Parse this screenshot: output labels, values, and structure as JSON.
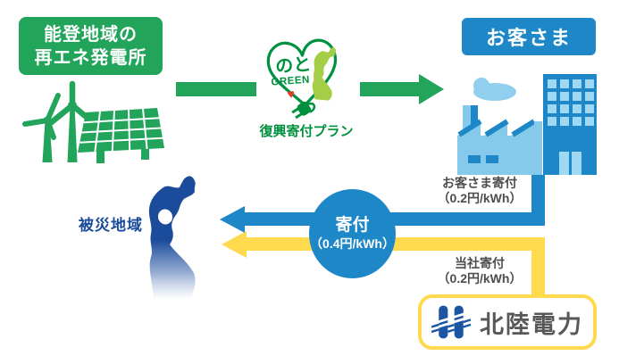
{
  "diagram": {
    "source_box": {
      "line1": "能登地域の",
      "line2": "再エネ発電所"
    },
    "customer_box": {
      "label": "お客さま"
    },
    "noto_logo": {
      "name_jp": "のと",
      "name_en": "GREEN",
      "heart": "♥",
      "plan": "復興寄付プラン"
    },
    "donation_total": {
      "label": "寄付",
      "rate": "（0.4円/kWh）"
    },
    "customer_donation": {
      "label": "お客さま寄付",
      "rate": "（0.2円/kWh）"
    },
    "company_donation": {
      "label": "当社寄付",
      "rate": "（0.2円/kWh）"
    },
    "disaster_area": {
      "label": "被災地域"
    },
    "company": {
      "name": "北陸電力"
    }
  },
  "icons": [
    "wind-turbine-icon",
    "solar-panel-icon",
    "noto-green-heart-logo",
    "plug-icon",
    "factory-icon",
    "office-building-icon",
    "cloud-icon",
    "ishikawa-map-icon",
    "hokuriku-logo-mark"
  ],
  "colors": {
    "green": "#22A45B",
    "logo_green": "#00913F",
    "light_green": "#A3CE45",
    "blue": "#1E87C8",
    "light_blue": "#85CAEB",
    "pale_blue": "#9ED8F3",
    "cloud_blue": "#92CFEF",
    "navy": "#1B4B9B",
    "yellow": "#FFD94E",
    "red": "#E83828",
    "text_gray": "#4D4D4D",
    "logo_text": "#595757",
    "logo_mark_blue": "#1C55A4"
  }
}
